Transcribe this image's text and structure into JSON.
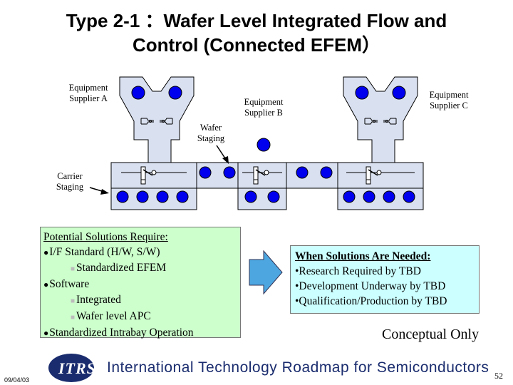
{
  "slide": {
    "title_line1": "Type 2-1 ：Wafer Level Integrated Flow and",
    "title_line2": "Control (Connected EFEM）"
  },
  "labels": {
    "supplier_a_1": "Equipment",
    "supplier_a_2": "Supplier A",
    "supplier_b_1": "Equipment",
    "supplier_b_2": "Supplier B",
    "supplier_c_1": "Equipment",
    "supplier_c_2": "Supplier C",
    "wafer_1": "Wafer",
    "wafer_2": "Staging",
    "carrier_1": "Carrier",
    "carrier_2": "Staging"
  },
  "solutions": {
    "heading": "Potential Solutions Require:",
    "items": [
      {
        "level": 1,
        "text": "I/F Standard (H/W, S/W)"
      },
      {
        "level": 2,
        "text": "Standardized EFEM"
      },
      {
        "level": 1,
        "text": "Software"
      },
      {
        "level": 2,
        "text": "Integrated"
      },
      {
        "level": 2,
        "text": "Wafer level APC"
      },
      {
        "level": 1,
        "text": "Standardized Intrabay Operation"
      }
    ]
  },
  "needed": {
    "heading": "When Solutions Are Needed:",
    "items": [
      "•Research Required by TBD",
      "•Development Underway by TBD",
      "•Qualification/Production by TBD"
    ]
  },
  "conceptual": "Conceptual Only",
  "footer": {
    "date": "09/04/03",
    "logo_text": "ITRS",
    "org_name": "International Technology Roadmap for Semiconductors",
    "page_number": "52"
  },
  "colors": {
    "wafer": "#0000ee",
    "green_box": "#ccffcc",
    "blue_box": "#ccffff",
    "module": "#d9e0ef",
    "arrow": "#4da6e0"
  }
}
